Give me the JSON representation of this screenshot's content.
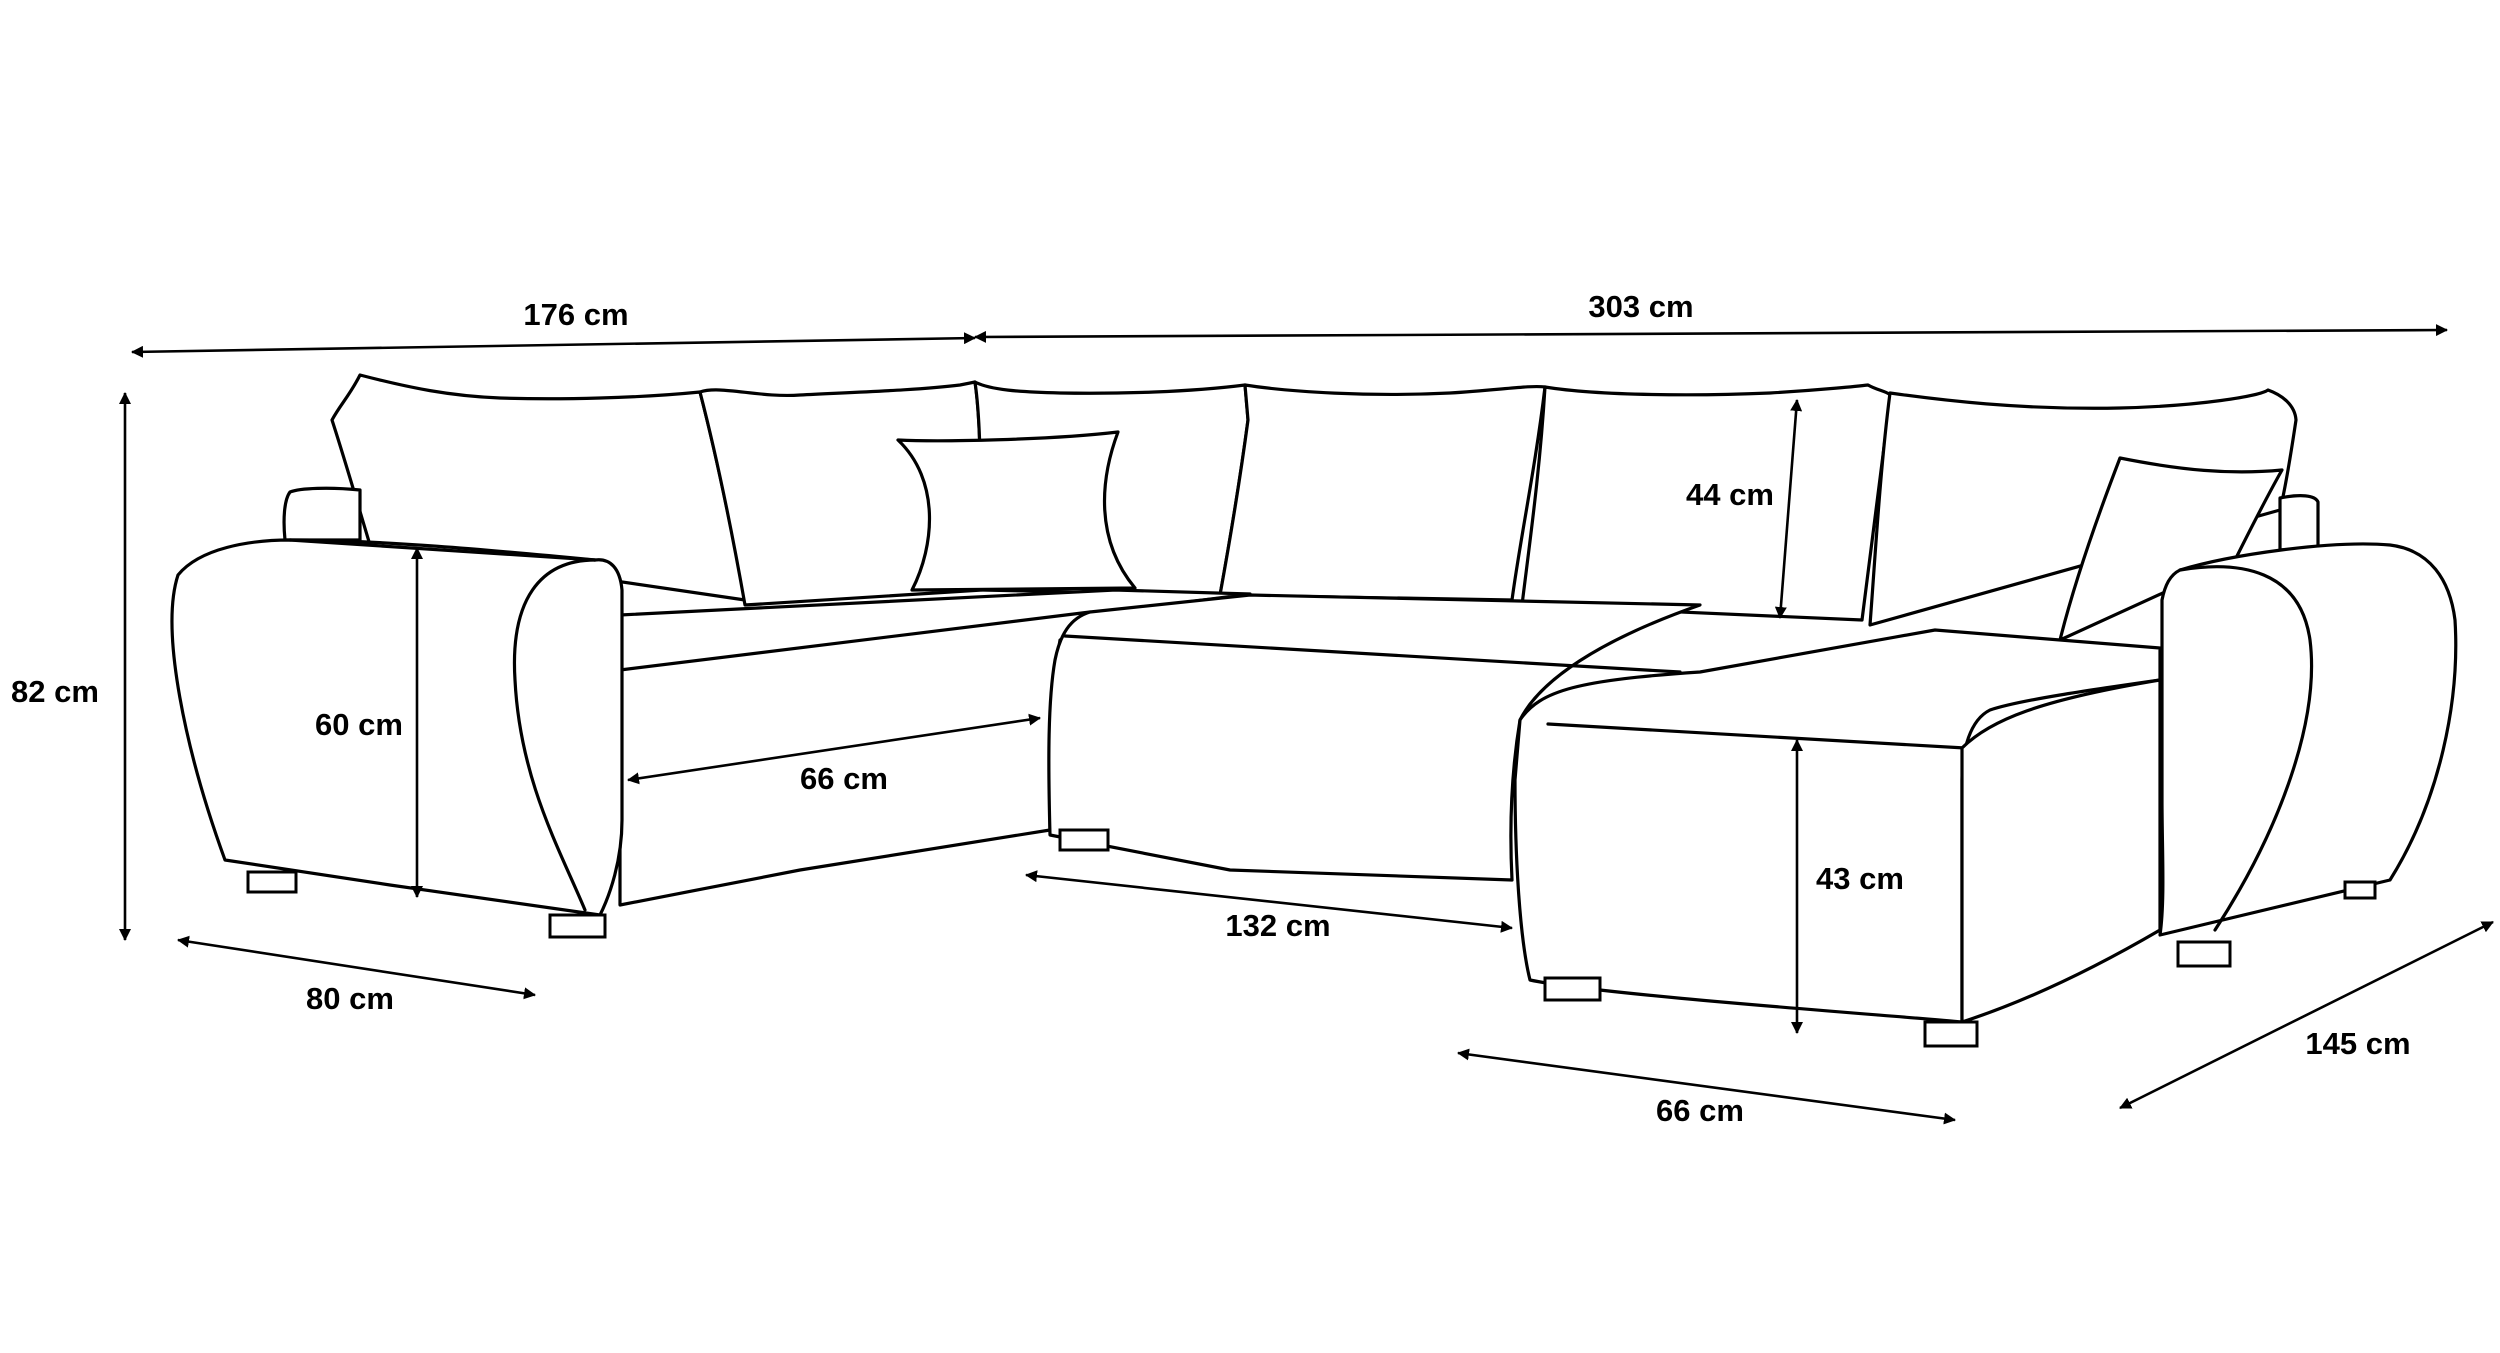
{
  "dimensions": {
    "width_left": "176 cm",
    "width_right": "303 cm",
    "total_height": "82 cm",
    "arm_height": "60 cm",
    "back_cushion_height": "44 cm",
    "seat_depth_left": "66 cm",
    "middle_seat_width": "132 cm",
    "seat_height": "43 cm",
    "arm_depth": "80 cm",
    "seat_depth_right": "66 cm",
    "chaise_length": "145 cm"
  }
}
